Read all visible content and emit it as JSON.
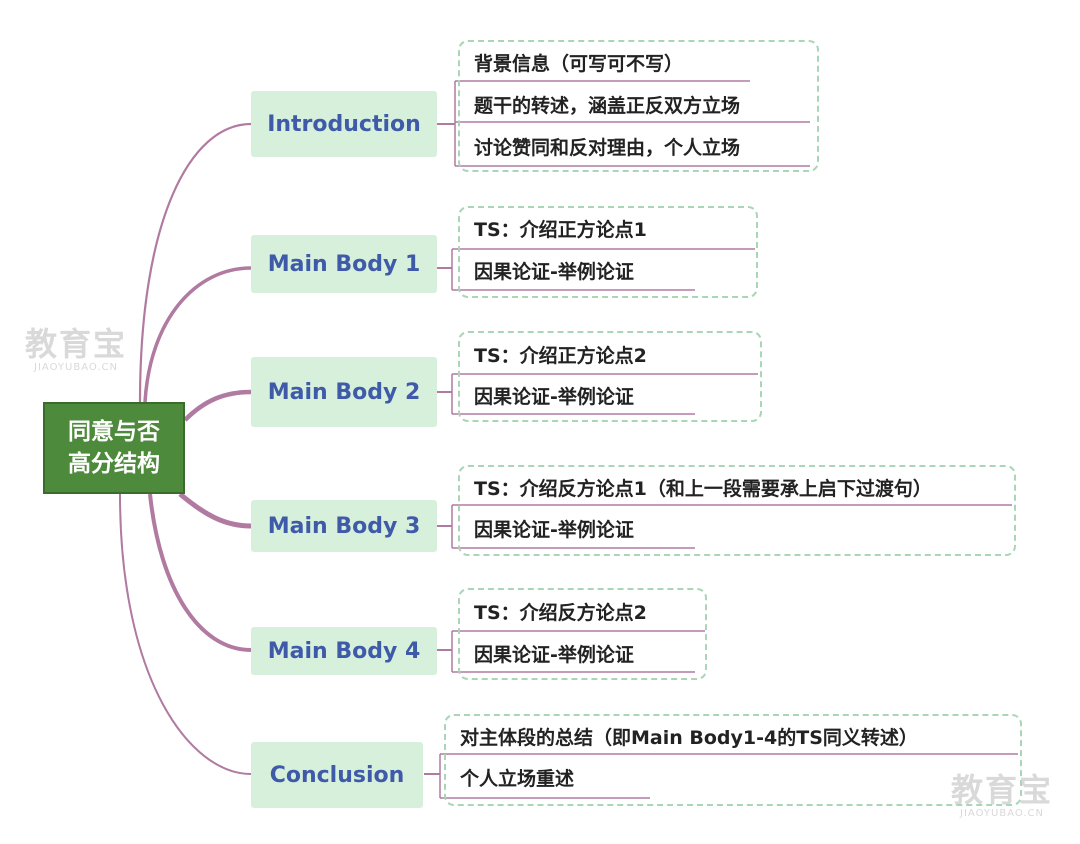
{
  "root": {
    "line1": "同意与否",
    "line2": "高分结构"
  },
  "branches": [
    {
      "label": "Introduction",
      "items": [
        "背景信息（可写可不写）",
        "题干的转述，涵盖正反双方立场",
        "讨论赞同和反对理由，个人立场"
      ]
    },
    {
      "label": "Main Body 1",
      "items": [
        "TS：介绍正方论点1",
        "因果论证-举例论证"
      ]
    },
    {
      "label": "Main Body 2",
      "items": [
        "TS：介绍正方论点2",
        "因果论证-举例论证"
      ]
    },
    {
      "label": "Main Body 3",
      "items": [
        "TS：介绍反方论点1（和上一段需要承上启下过渡句）",
        "因果论证-举例论证"
      ]
    },
    {
      "label": "Main Body 4",
      "items": [
        "TS：介绍反方论点2",
        "因果论证-举例论证"
      ]
    },
    {
      "label": "Conclusion",
      "items": [
        "对主体段的总结（即Main Body1-4的TS同义转述）",
        "个人立场重述"
      ]
    }
  ],
  "watermark": {
    "text": "教育宝",
    "domain": "JIAOYUBAO.CN"
  },
  "colors": {
    "connector": "#b07aa1",
    "root_fill": "#4e8a3c",
    "branch_fill": "#d6f0dc",
    "branch_text": "#3f5aa8",
    "dashed_border": "#a9d6b4"
  }
}
